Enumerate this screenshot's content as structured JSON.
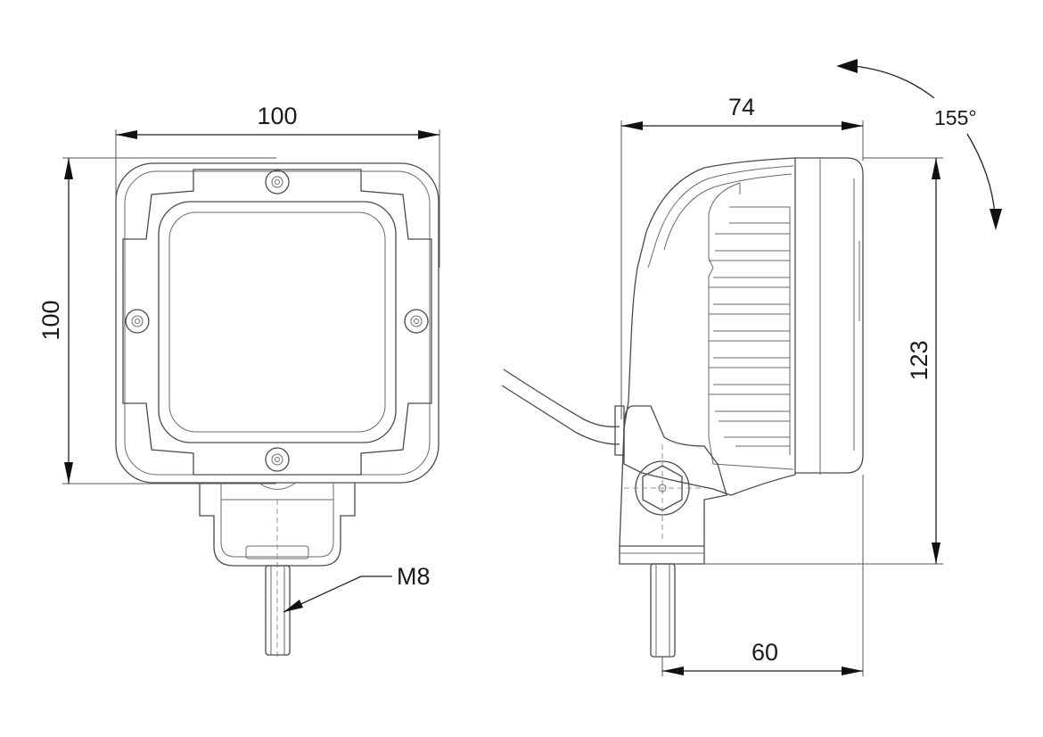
{
  "dimensions": {
    "front_width": "100",
    "front_height": "100",
    "side_depth": "74",
    "side_height": "123",
    "bracket_depth": "60",
    "tilt_angle": "155°",
    "thread": "M8"
  },
  "colors": {
    "background": "#ffffff",
    "line": "#4a4a4a",
    "dimension": "#222222"
  }
}
